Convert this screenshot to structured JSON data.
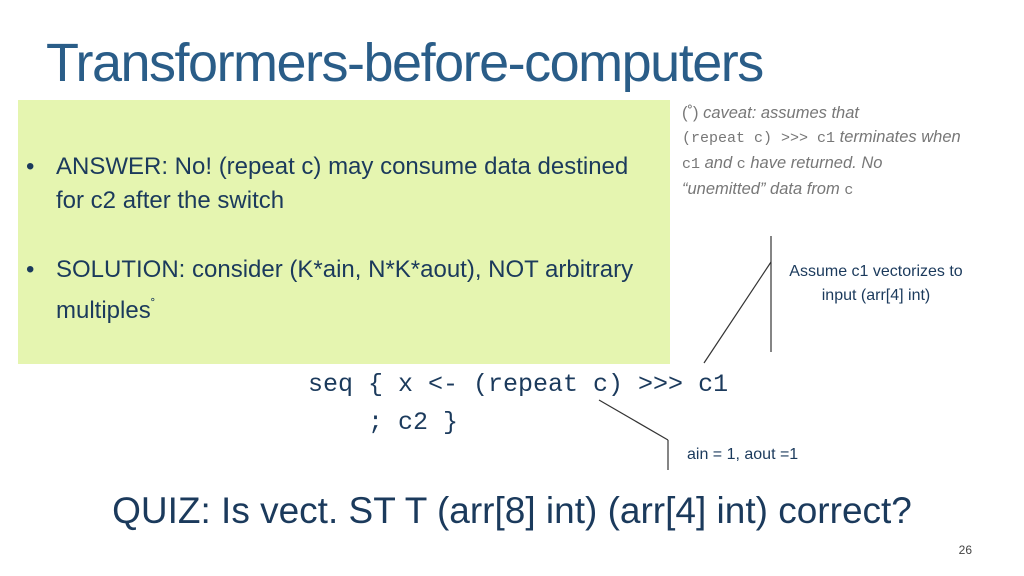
{
  "title": "Transformers-before-computers",
  "caveat": {
    "mark": "(˚)",
    "line1_italic": "caveat: assumes that",
    "line2_code": "(repeat c) >>> c1",
    "line2_italic": "terminates when",
    "line3_code1": "c1",
    "line3_italic1": "and",
    "line3_code2": "c",
    "line3_italic2": "have returned. No",
    "line4_italic": "“unemitted” data from",
    "line4_code": "c"
  },
  "overlay": {
    "bullet": "•",
    "item1": "ANSWER: No! (repeat c) may consume data destined for c2 after the switch",
    "item2": "SOLUTION: consider (K*ain, N*K*aout), NOT arbitrary multiples",
    "item2_mark": "˚"
  },
  "code": {
    "line1": "seq { x <- (repeat c) >>> c1",
    "line2": "    ; c2 }"
  },
  "annotations": {
    "assume": "Assume c1 vectorizes to input (arr[4] int)",
    "ain": "ain = 1, aout =1"
  },
  "quiz": "QUIZ: Is vect. ST T (arr[8] int) (arr[4] int) correct?",
  "page_number": "26",
  "colors": {
    "title": "#2a5d88",
    "text": "#1b3a5c",
    "overlay_bg": "#e5f5b0",
    "caveat": "#777777"
  }
}
